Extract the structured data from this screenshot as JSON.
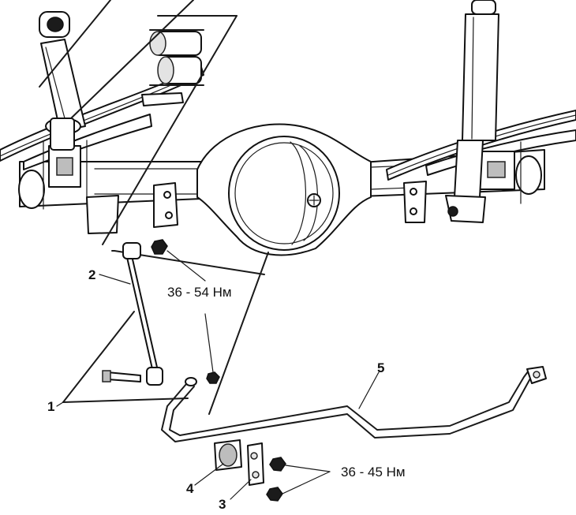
{
  "callouts": {
    "c1": "1",
    "c2": "2",
    "c3": "3",
    "c4": "4",
    "c5": "5"
  },
  "torque": {
    "link_nuts": "36 - 54 Нм",
    "clamp_nuts": "36 - 45 Нм"
  }
}
